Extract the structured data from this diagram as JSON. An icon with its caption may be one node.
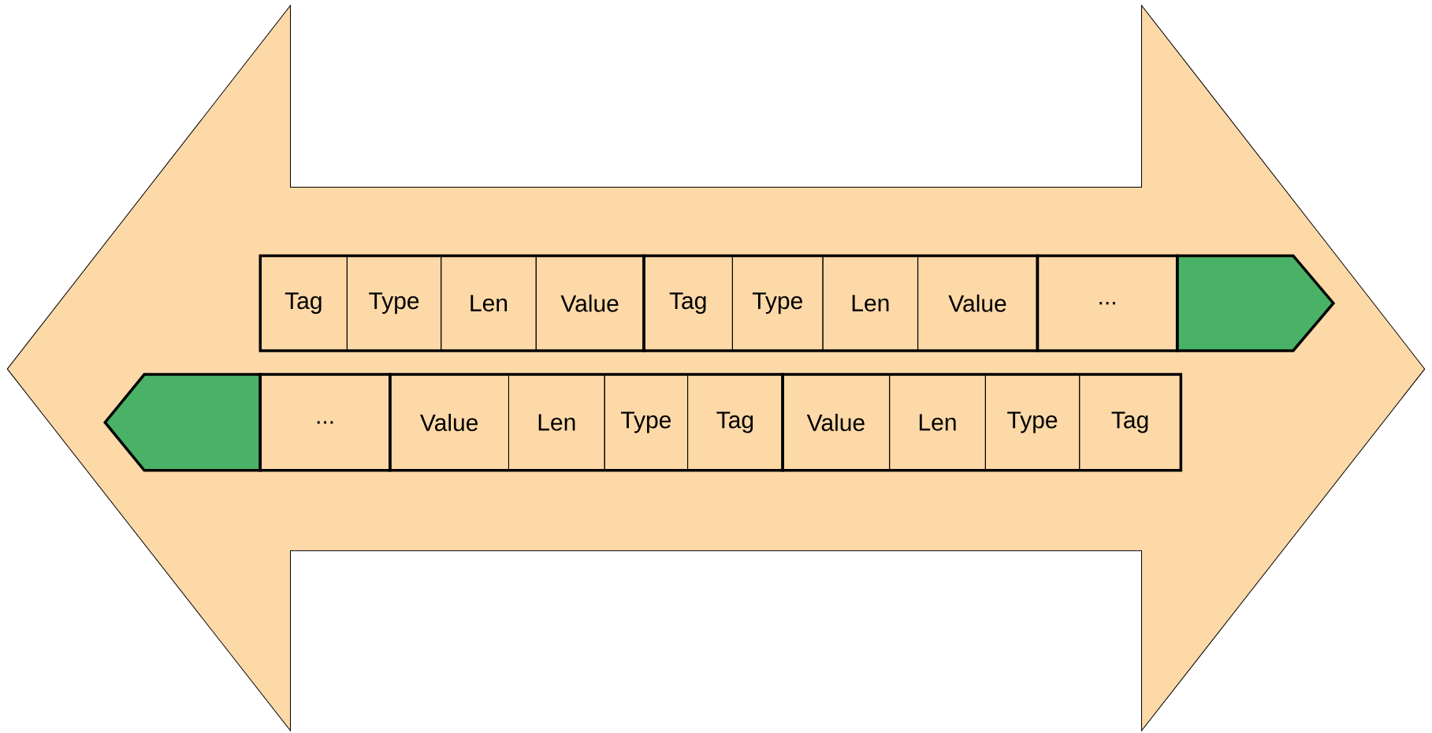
{
  "diagram": {
    "nodes": [
      {
        "text": [],
        "shape": "arrow"
      },
      {
        "text": [
          "Tag"
        ],
        "in": 0
      },
      {
        "text": [
          "Type"
        ],
        "in": 0
      },
      {
        "text": [
          "Len"
        ],
        "in": 0
      },
      {
        "text": [
          "Value"
        ],
        "in": 0
      },
      {
        "text": [
          "Tag"
        ],
        "in": 0
      },
      {
        "text": [
          "Type"
        ],
        "in": 0
      },
      {
        "text": [
          "Len"
        ],
        "in": 0
      },
      {
        "text": [
          "Value"
        ],
        "in": 0
      },
      {
        "text": [
          "..."
        ],
        "in": 0
      },
      {
        "text": [],
        "shape": "pentagon",
        "in": 0
      },
      {
        "text": [],
        "shape": "pentagon",
        "in": 0
      },
      {
        "text": [
          "..."
        ],
        "in": 0
      },
      {
        "text": [
          "Value"
        ],
        "in": 0
      },
      {
        "text": [
          "Len"
        ],
        "in": 0
      },
      {
        "text": [
          "Type"
        ],
        "in": 0
      },
      {
        "text": [
          "Tag"
        ],
        "in": 0
      },
      {
        "text": [
          "Value"
        ],
        "in": 0
      },
      {
        "text": [
          "Len"
        ],
        "in": 0
      },
      {
        "text": [
          "Type"
        ],
        "in": 0
      },
      {
        "text": [
          "Tag"
        ],
        "in": 0
      }
    ]
  }
}
